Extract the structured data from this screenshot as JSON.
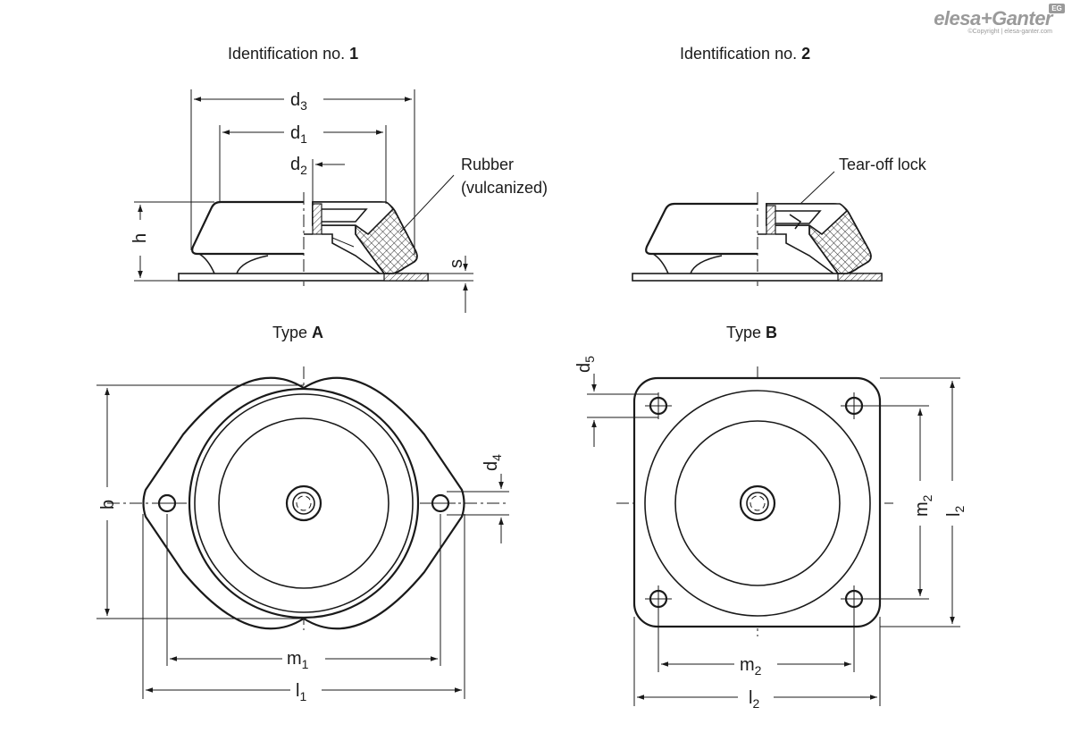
{
  "brand": {
    "logo_text": "elesa+Ganter",
    "badge_text": "EG",
    "copyright": "©Copyright | elesa-ganter.com",
    "color": "#9a9a9a"
  },
  "views": {
    "ident1": {
      "prefix": "Identification no.",
      "number": "1"
    },
    "ident2": {
      "prefix": "Identification no.",
      "number": "2"
    },
    "typeA": {
      "prefix": "Type",
      "letter": "A"
    },
    "typeB": {
      "prefix": "Type",
      "letter": "B"
    }
  },
  "callouts": {
    "rubber_line1": "Rubber",
    "rubber_line2": "(vulcanized)",
    "tear_off": "Tear-off lock"
  },
  "dimensions": {
    "d3": {
      "main": "d",
      "sub": "3"
    },
    "d1": {
      "main": "d",
      "sub": "1"
    },
    "d2": {
      "main": "d",
      "sub": "2"
    },
    "h": {
      "main": "h"
    },
    "s": {
      "main": "s"
    },
    "b": {
      "main": "b"
    },
    "d4": {
      "main": "d",
      "sub": "4"
    },
    "m1": {
      "main": "m",
      "sub": "1"
    },
    "l1": {
      "main": "l",
      "sub": "1"
    },
    "d5": {
      "main": "d",
      "sub": "5"
    },
    "m2_v": {
      "main": "m",
      "sub": "2"
    },
    "l2_v": {
      "main": "l",
      "sub": "2"
    },
    "m2_h": {
      "main": "m",
      "sub": "2"
    },
    "l2_h": {
      "main": "l",
      "sub": "2"
    }
  }
}
